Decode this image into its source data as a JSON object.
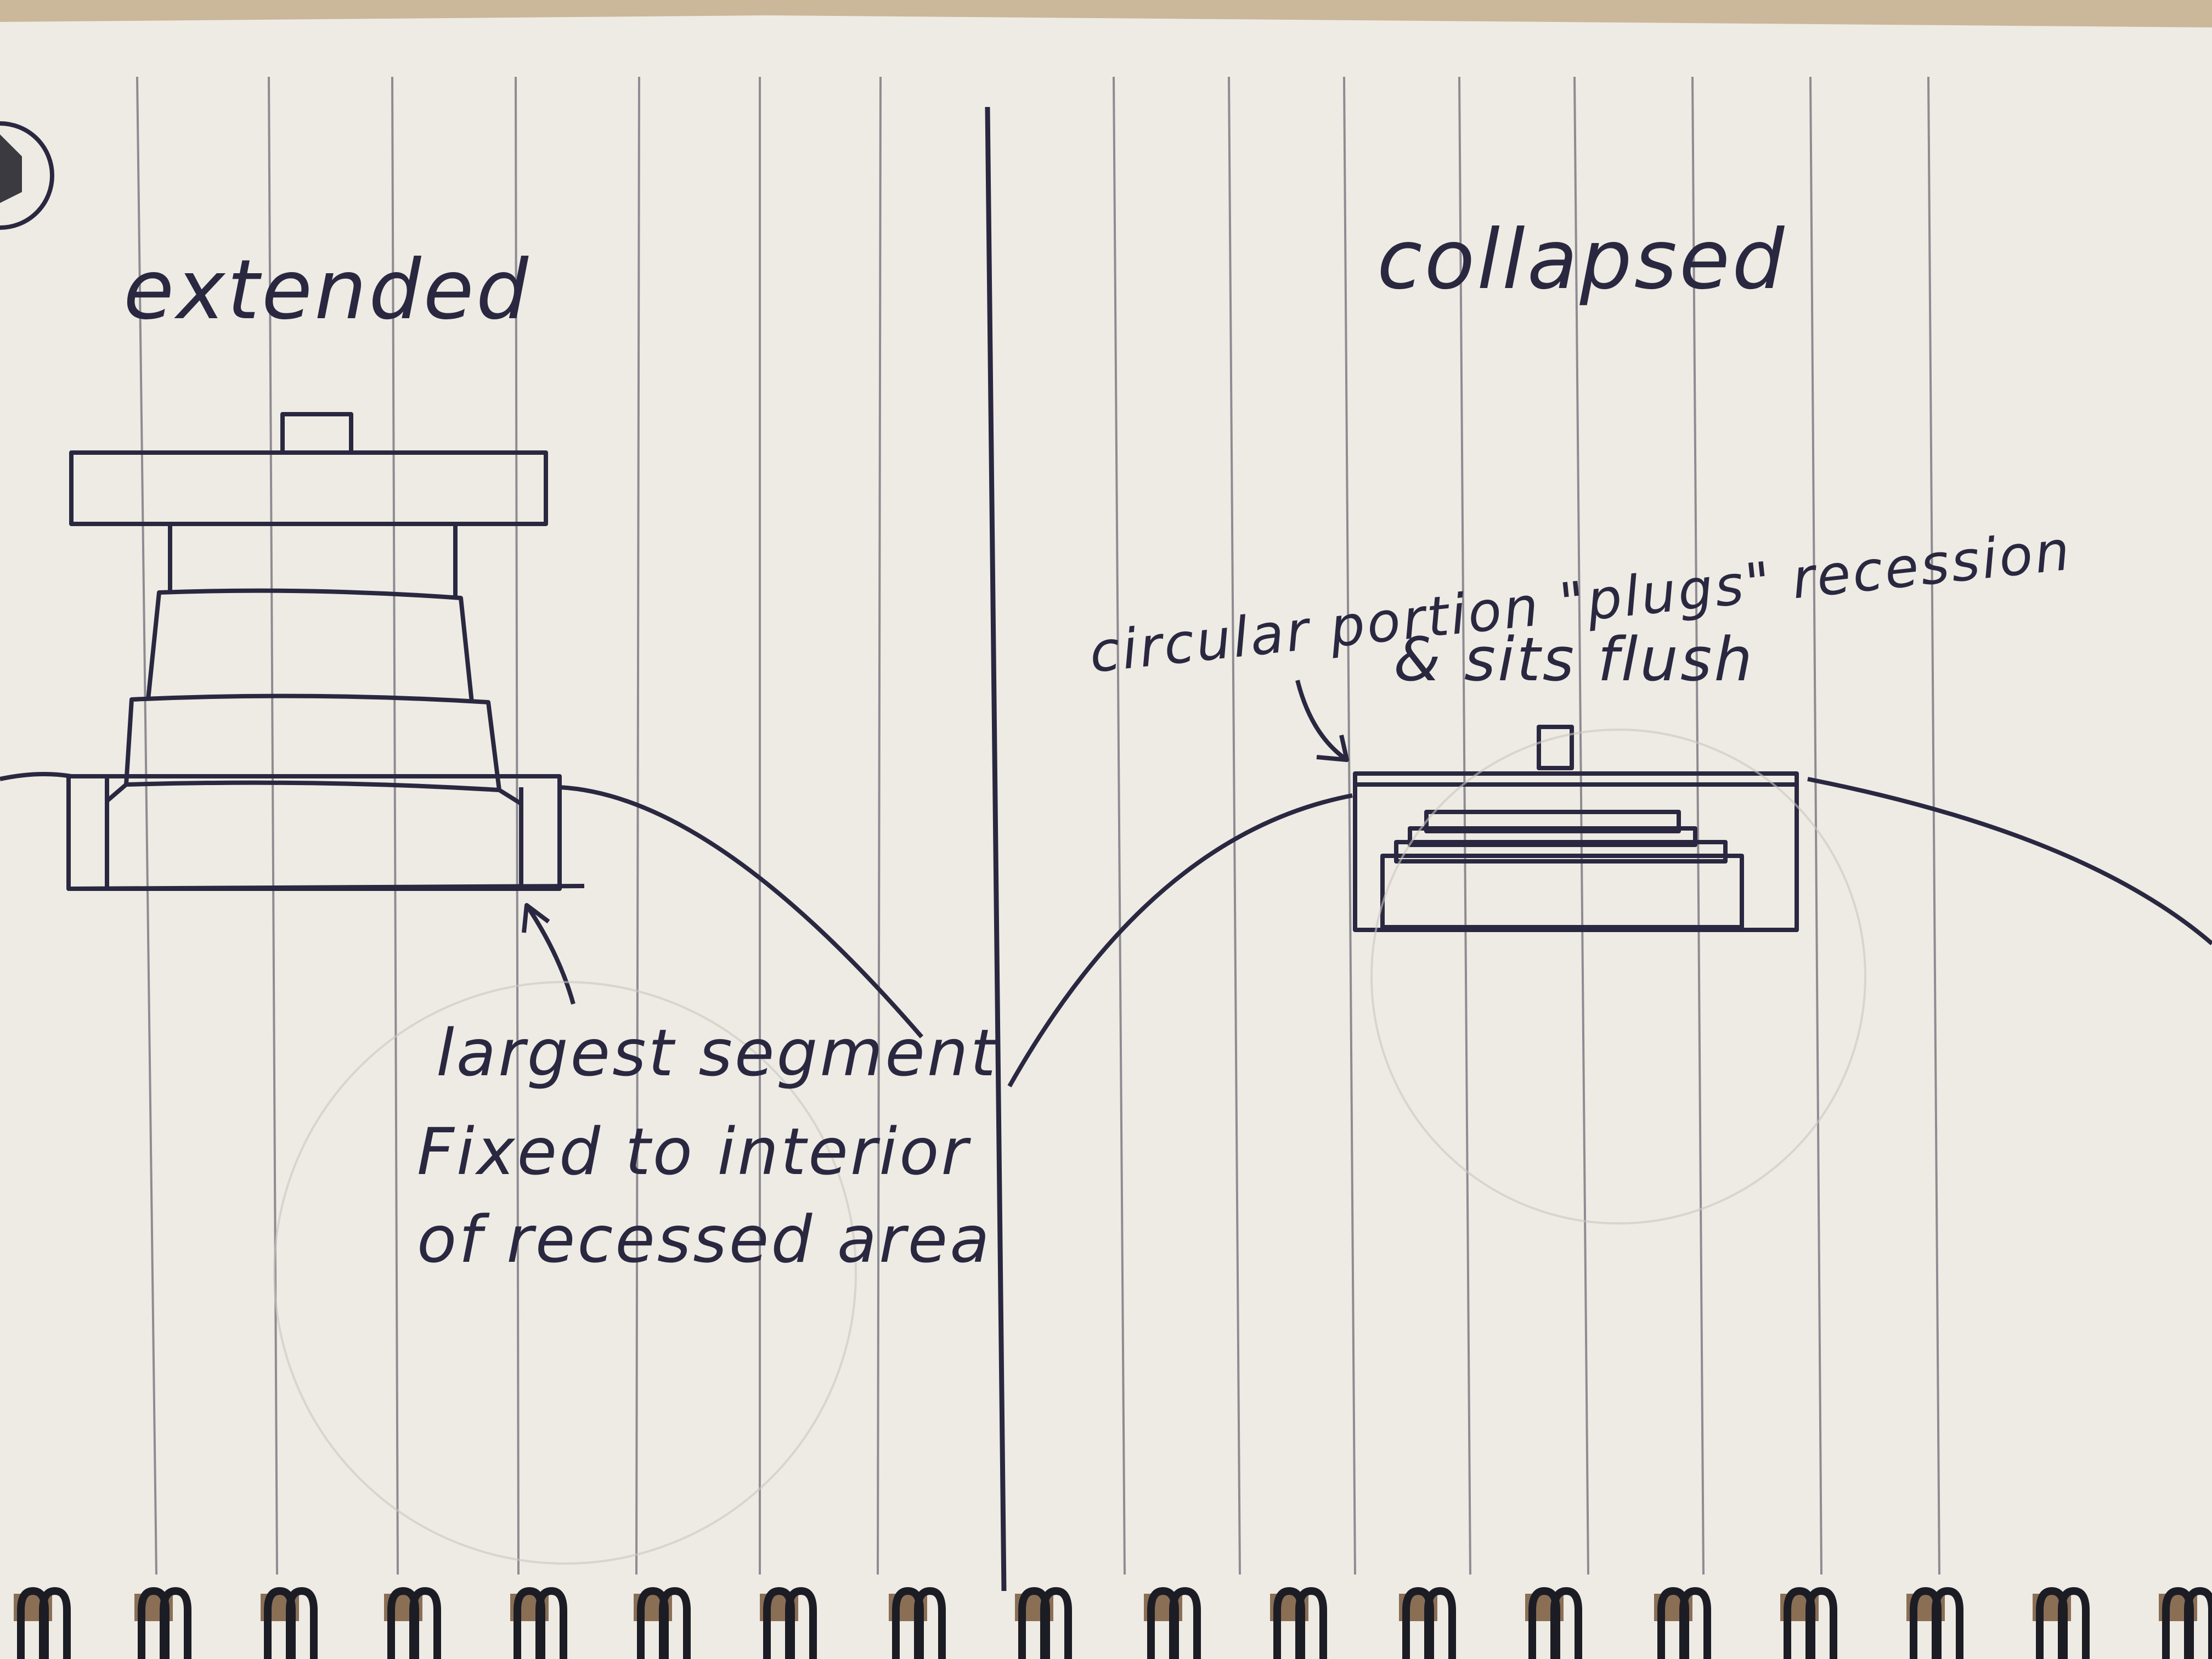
{
  "sketch": {
    "left_panel": {
      "title": "extended",
      "annotation_lines": [
        "largest segment",
        "Fixed to interior",
        "of recessed area"
      ]
    },
    "right_panel": {
      "title": "collapsed",
      "annotation_lines": [
        "circular portion \"plugs\" recession",
        "& sits flush"
      ]
    }
  },
  "colors": {
    "paper": "#eeebe4",
    "ink": "#2a2840",
    "rule_lines": "#6f6c78",
    "desk": "#cbb79a",
    "binding_wire": "#1c1c24"
  }
}
